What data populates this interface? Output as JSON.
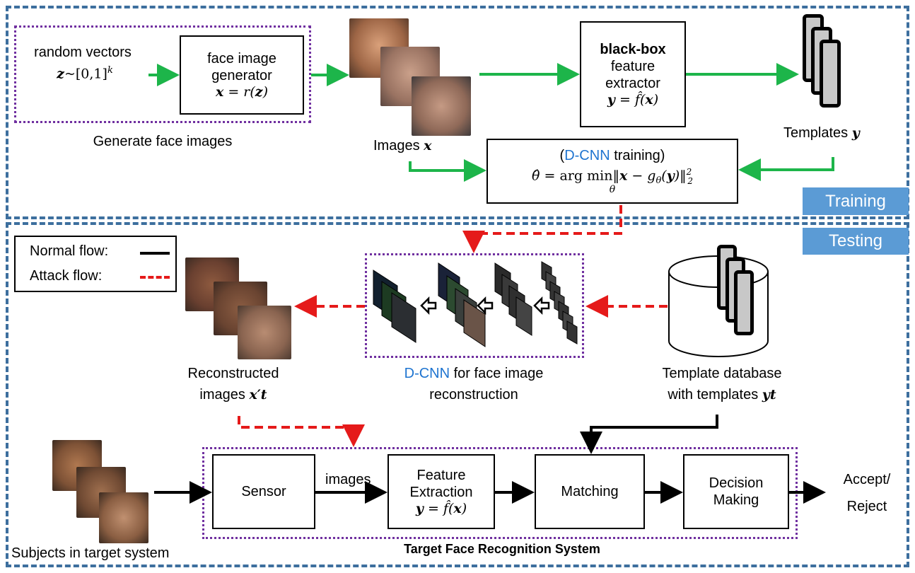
{
  "training": {
    "stage_label": "Training",
    "random_vectors_label": "random vectors",
    "random_vectors_formula": "z~[0,1]^k",
    "generator_line1": "face image",
    "generator_line2": "generator",
    "generator_formula": "x = r(z)",
    "generate_caption": "Generate face images",
    "images_caption": "Images",
    "images_var": "x",
    "extractor_bold": "black-box",
    "extractor_line2": "feature",
    "extractor_line3": "extractor",
    "extractor_formula": "y = f̂(x)",
    "templates_caption": "Templates",
    "templates_var": "y",
    "dcnn_training_prefix": "(",
    "dcnn_training_blue": "D-CNN",
    "dcnn_training_suffix": " training)",
    "dcnn_training_formula": "θ̂ = arg min‖x − g_θ(y)‖²₂"
  },
  "testing": {
    "stage_label": "Testing",
    "legend_normal": "Normal flow:",
    "legend_attack": "Attack flow:",
    "reconstructed_line1": "Reconstructed",
    "reconstructed_line2": "images",
    "reconstructed_var": "x′t",
    "dcnn_blue": "D-CNN",
    "dcnn_caption_suffix": " for face image",
    "dcnn_caption_line2": "reconstruction",
    "database_line1": "Template database",
    "database_line2": "with templates",
    "database_var": "yt",
    "sensor": "Sensor",
    "images_edge": "images",
    "feature_line1": "Feature",
    "feature_line2": "Extraction",
    "feature_formula": "y = f̂(x)",
    "matching": "Matching",
    "decision_line1": "Decision",
    "decision_line2": "Making",
    "output_line1": "Accept/",
    "output_line2": "Reject",
    "subjects_caption": "Subjects in target system",
    "system_caption": "Target Face Recognition System"
  },
  "colors": {
    "panel_border": "#3d6f9e",
    "stage_label_bg": "#5b9bd5",
    "dotted_border": "#7030a0",
    "green_arrow": "#1db54a",
    "red_arrow": "#e51a1a",
    "blue_text": "#1e74d0"
  }
}
